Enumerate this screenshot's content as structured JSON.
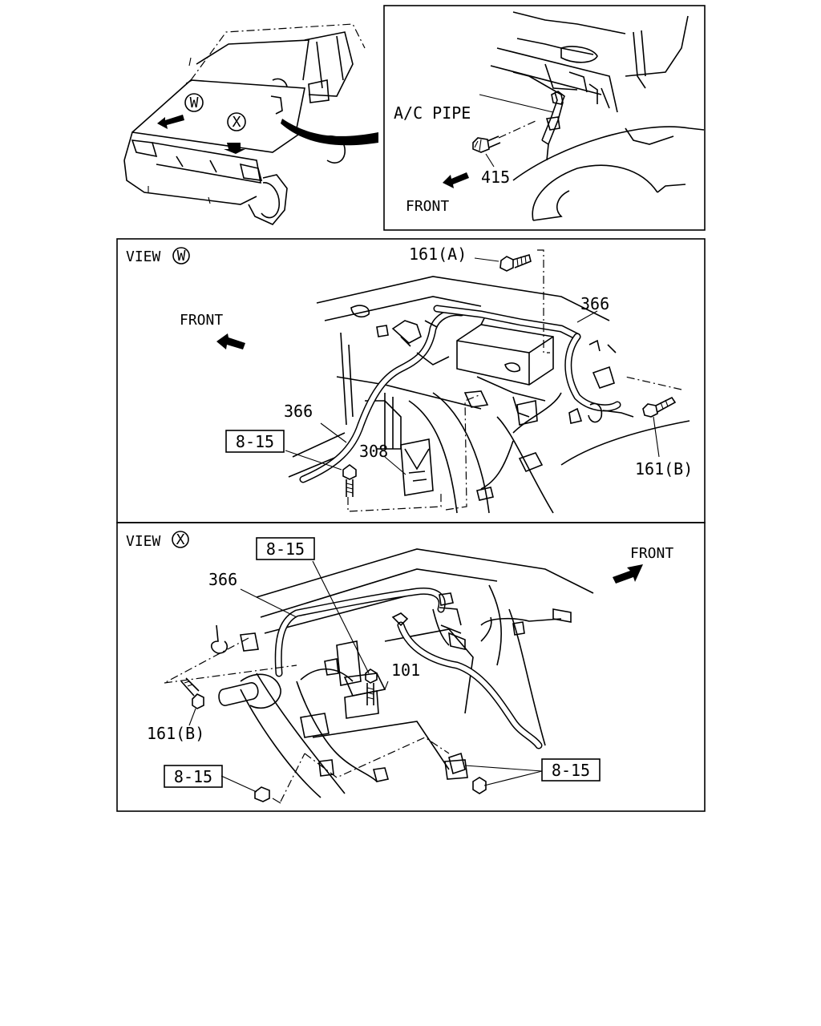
{
  "inset": {
    "ac_pipe_label": "A/C PIPE",
    "part_415": "415",
    "front_label": "FRONT"
  },
  "overview": {
    "marker_w": "W",
    "marker_x": "X"
  },
  "view_w": {
    "title": "VIEW",
    "marker": "W",
    "front_label": "FRONT",
    "part_161a": "161(A)",
    "part_366_right": "366",
    "part_366_left": "366",
    "ref_8_15": "8-15",
    "part_308": "308",
    "part_161b": "161(B)"
  },
  "view_x": {
    "title": "VIEW",
    "marker": "X",
    "front_label": "FRONT",
    "ref_8_15_top": "8-15",
    "part_366": "366",
    "part_101": "101",
    "part_161b": "161(B)",
    "ref_8_15_bottom_left": "8-15",
    "ref_8_15_bottom_right": "8-15"
  }
}
